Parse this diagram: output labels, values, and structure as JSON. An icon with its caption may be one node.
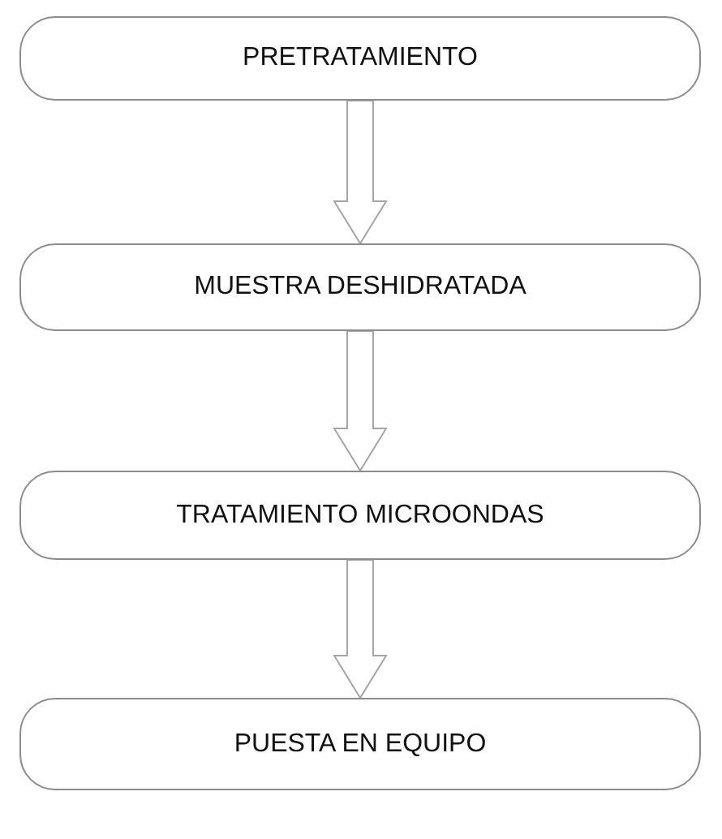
{
  "diagram": {
    "nodes": [
      {
        "text": [
          "PRETRATAMIENTO"
        ]
      },
      {
        "text": [
          "MUESTRA DESHIDRATADA"
        ]
      },
      {
        "text": [
          "TRATAMIENTO MICROONDAS"
        ]
      },
      {
        "text": [
          "PUESTA EN EQUIPO"
        ]
      }
    ],
    "edges": [
      {
        "from": 0,
        "to": 1,
        "arrow": "to"
      },
      {
        "from": 1,
        "to": 2,
        "arrow": "to"
      },
      {
        "from": 2,
        "to": 3,
        "arrow": "to"
      }
    ]
  }
}
